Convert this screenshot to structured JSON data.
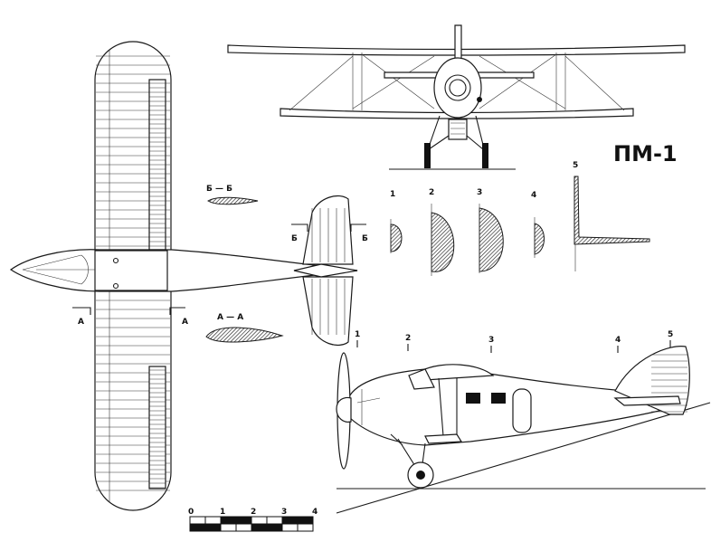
{
  "title": "ПМ-1",
  "section_labels": {
    "bb": "Б — Б",
    "b_left": "Б",
    "b_right": "Б",
    "aa": "А — А",
    "a_left": "А",
    "a_right": "А",
    "cross_sections": [
      "1",
      "2",
      "3",
      "4",
      "5"
    ],
    "side_stations": [
      "1",
      "2",
      "3",
      "4",
      "5"
    ]
  },
  "scale_bar": {
    "ticks": [
      "0",
      "1",
      "2",
      "3",
      "4"
    ]
  },
  "colors": {
    "ink": "#1a1a1a",
    "paper": "#ffffff"
  }
}
